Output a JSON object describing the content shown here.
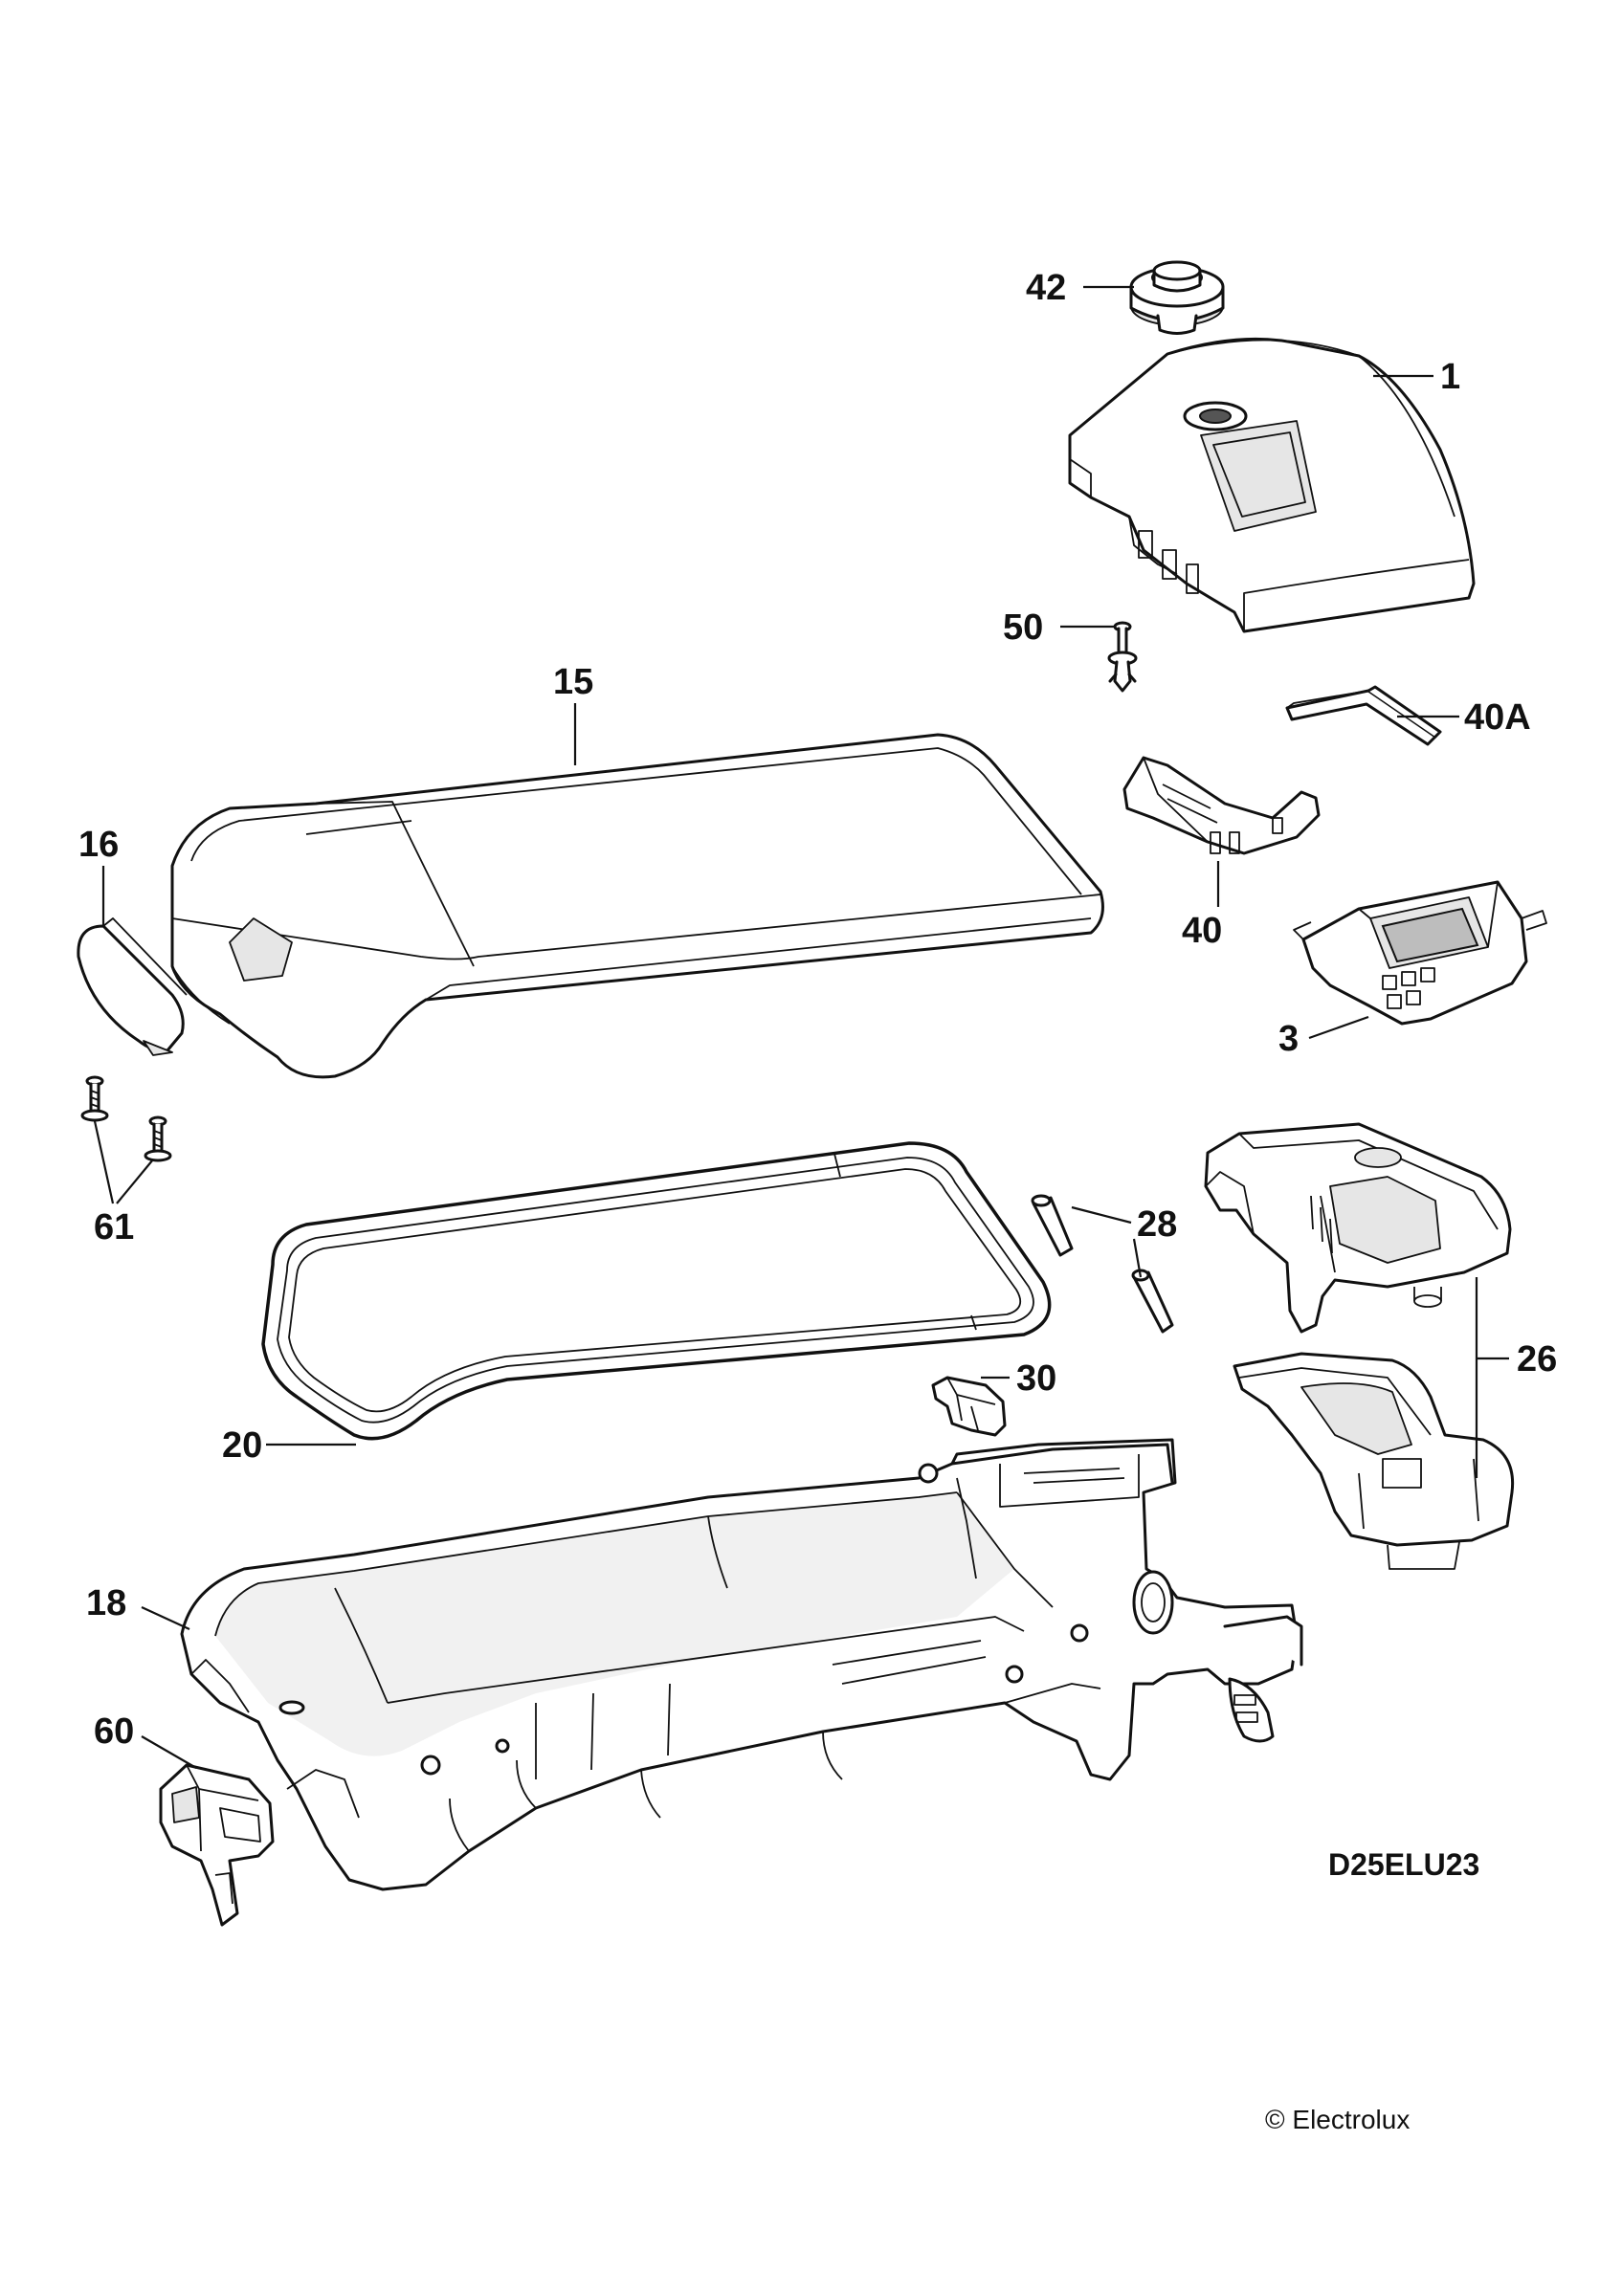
{
  "diagram": {
    "callouts": {
      "p42": "42",
      "p1": "1",
      "p50": "50",
      "p40a": "40A",
      "p15": "15",
      "p16": "16",
      "p40": "40",
      "p3": "3",
      "p61": "61",
      "p28": "28",
      "p26": "26",
      "p30": "30",
      "p20": "20",
      "p18": "18",
      "p60": "60"
    },
    "drawing_code": "D25ELU23",
    "copyright": "© Electrolux"
  }
}
